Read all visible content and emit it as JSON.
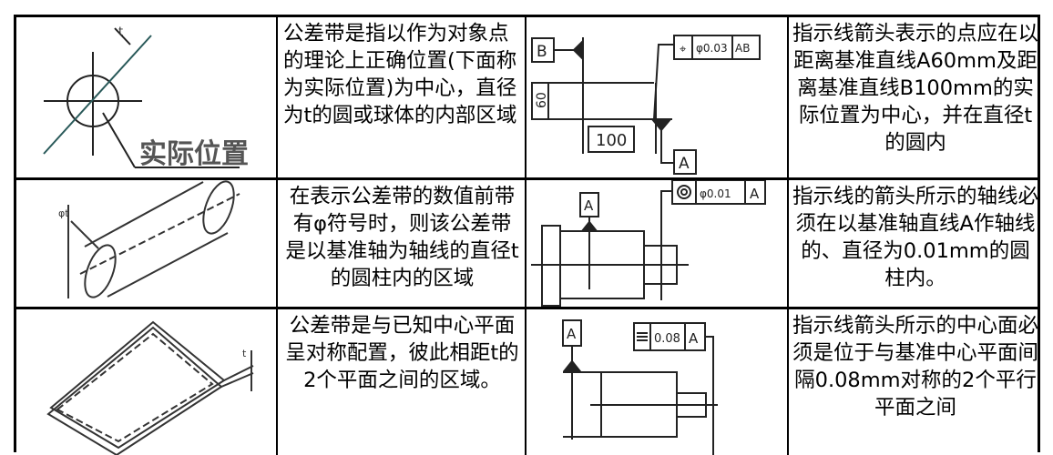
{
  "rows": [
    {
      "description": "公差带是指以作为对象点的理论上正确位置(下面称为实际位置)为中心，直径为t的圆或球体的内部区域",
      "explanation": "指示线箭头表示的点应在以距离基准直线A60mm及距离基准直线B100mm的实际位置为中心，并在直径t的圆内",
      "figure1": {
        "label": "实际位置",
        "t": "t"
      },
      "figure2": {
        "datum_b": "B",
        "datum_a": "A",
        "tolerance": "φ0.03",
        "datums": "AB",
        "dim_vertical": "60",
        "dim_horizontal": "100"
      }
    },
    {
      "description": "在表示公差带的数值前带有φ符号时，则该公差带是以基准轴为轴线的直径t的圆柱内的区域",
      "explanation": "指示线的箭头所示的轴线必须在以基准轴直线A作轴线的、直径为0.01mm的圆柱内。",
      "figure1": {
        "t": "φt"
      },
      "figure2": {
        "datum_a": "A",
        "tolerance": "φ0.01",
        "datums": "A"
      }
    },
    {
      "description": "公差带是与已知中心平面呈对称配置，彼此相距t的2个平面之间的区域。",
      "explanation": "指示线箭头所示的中心面必须是位于与基准中心平面间隔0.08mm对称的2个平行平面之间",
      "figure1": {
        "t": "t"
      },
      "figure2": {
        "datum_a": "A",
        "tolerance": "0.08",
        "datums": "A"
      }
    }
  ]
}
